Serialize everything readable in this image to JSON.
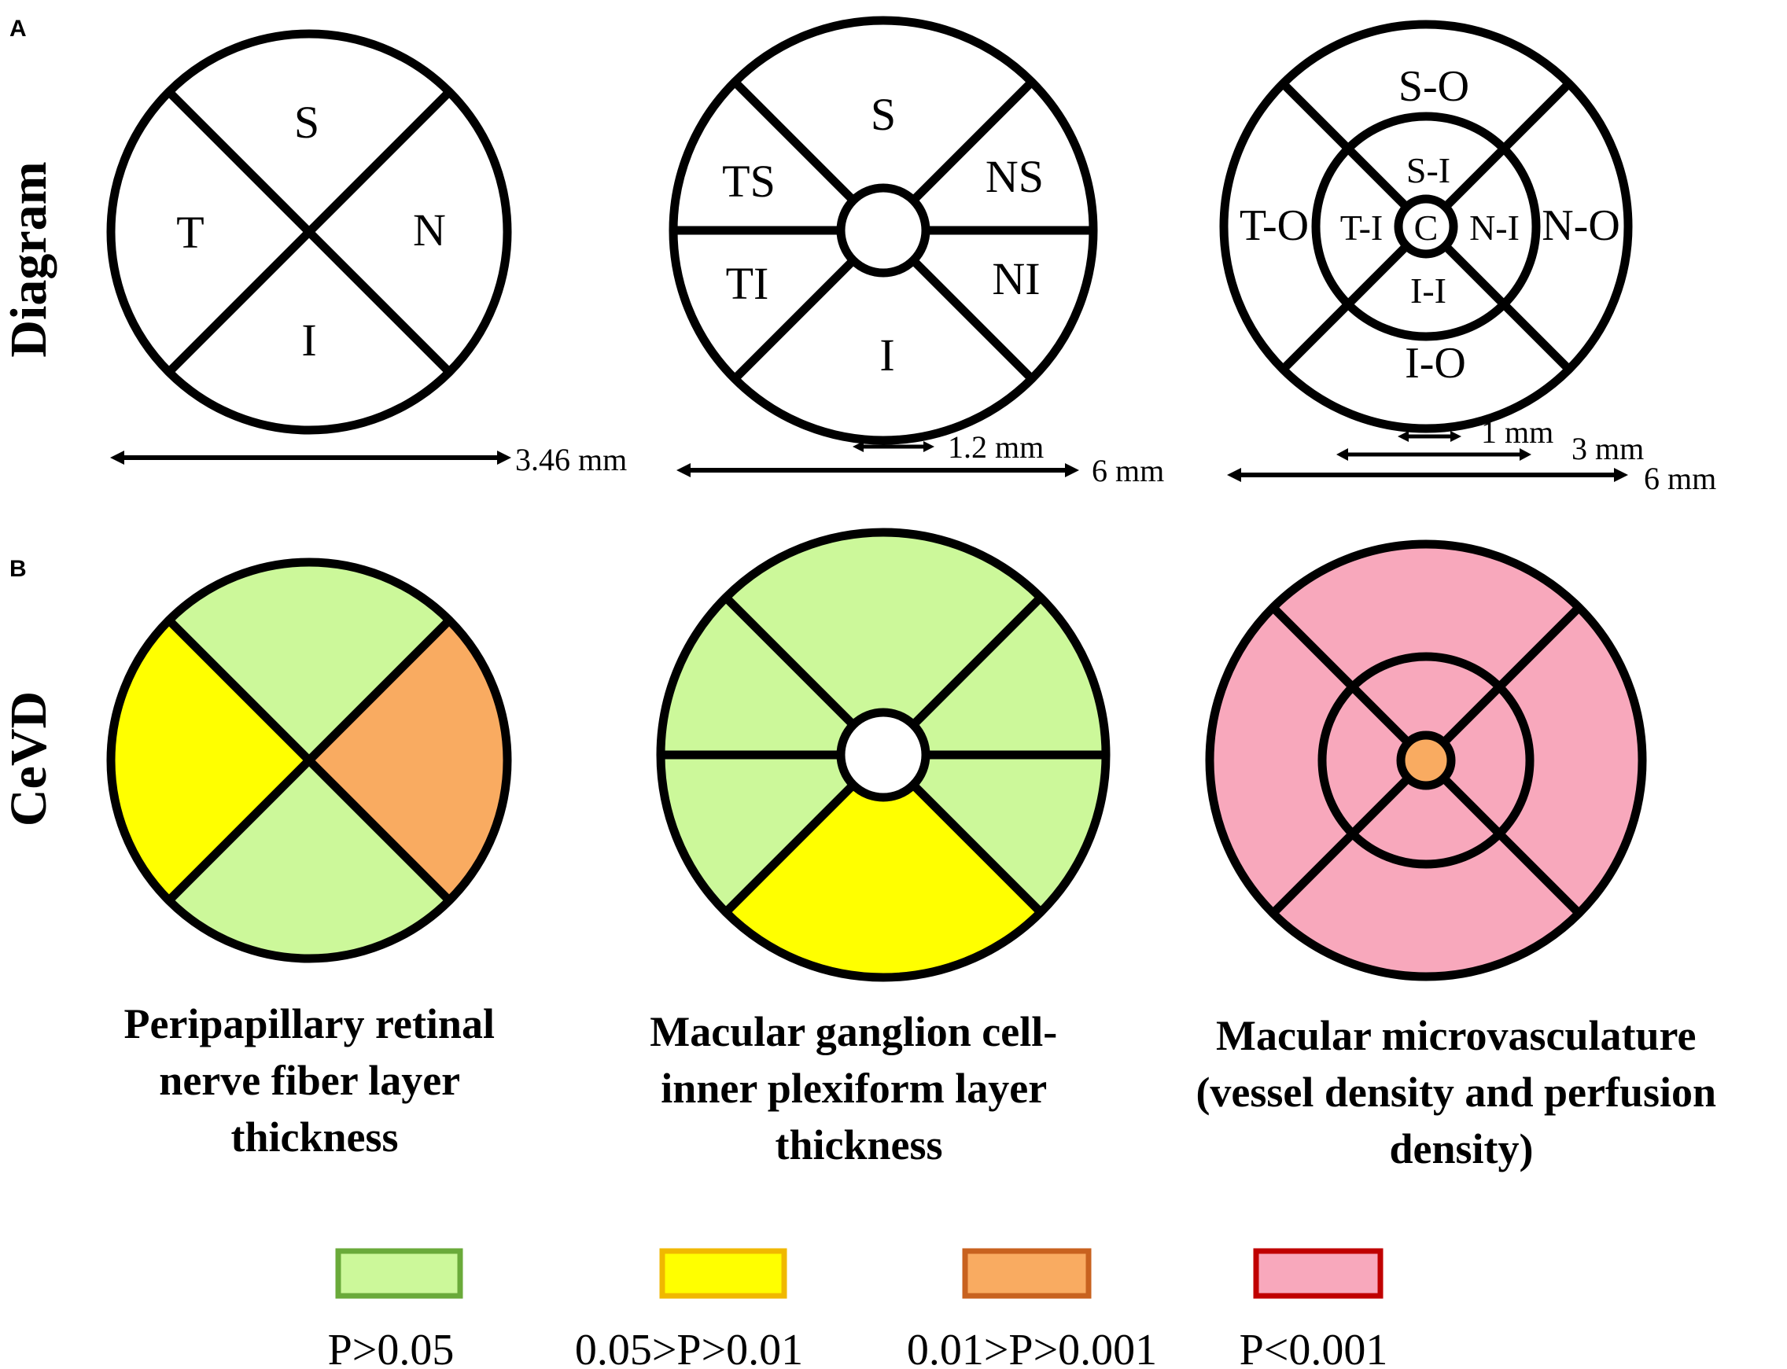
{
  "panels": {
    "A": {
      "letter": "A",
      "row_label": "Diagram"
    },
    "B": {
      "letter": "B",
      "row_label": "CeVD"
    }
  },
  "diagrams": [
    {
      "id": "rnfl",
      "sectors": {
        "S": "S",
        "T": "T",
        "N": "N",
        "I": "I"
      },
      "scale_bars": [
        "3.46 mm"
      ],
      "title_lines": [
        "Peripapillary retinal",
        "nerve fiber layer",
        "thickness"
      ],
      "colors": {
        "S": "#ccf89a",
        "T": "#ffff00",
        "N": "#f9ab61",
        "I": "#ccf89a"
      }
    },
    {
      "id": "gcipl",
      "sectors": {
        "S": "S",
        "TS": "TS",
        "NS": "NS",
        "TI": "TI",
        "NI": "NI",
        "I": "I"
      },
      "scale_bars": [
        "1.2 mm",
        "6 mm"
      ],
      "title_lines": [
        "Macular ganglion cell-",
        "inner plexiform layer",
        "thickness"
      ],
      "colors": {
        "S": "#ccf89a",
        "TS": "#ccf89a",
        "NS": "#ccf89a",
        "TI": "#ccf89a",
        "NI": "#ccf89a",
        "I": "#ffff00"
      }
    },
    {
      "id": "micro",
      "sectors": {
        "S-O": "S-O",
        "S-I": "S-I",
        "T-O": "T-O",
        "T-I": "T-I",
        "C": "C",
        "N-I": "N-I",
        "N-O": "N-O",
        "I-I": "I-I",
        "I-O": "I-O"
      },
      "scale_bars": [
        "1 mm",
        "3 mm",
        "6 mm"
      ],
      "title_lines": [
        "Macular microvasculature",
        "(vessel density and perfusion",
        "density)"
      ],
      "colors": {
        "outer": "#f8a8bc",
        "inner": "#f8a8bc",
        "center": "#f9ab61"
      }
    }
  ],
  "legend": [
    {
      "label": "P>0.05",
      "fill": "#ccf89a",
      "stroke": "#6aaa3a"
    },
    {
      "label": "0.05>P>0.01",
      "fill": "#ffff00",
      "stroke": "#f0b800"
    },
    {
      "label": "0.01>P>0.001",
      "fill": "#f9ab61",
      "stroke": "#c8621f"
    },
    {
      "label": "P<0.001",
      "fill": "#f8a8bc",
      "stroke": "#c00000"
    }
  ]
}
